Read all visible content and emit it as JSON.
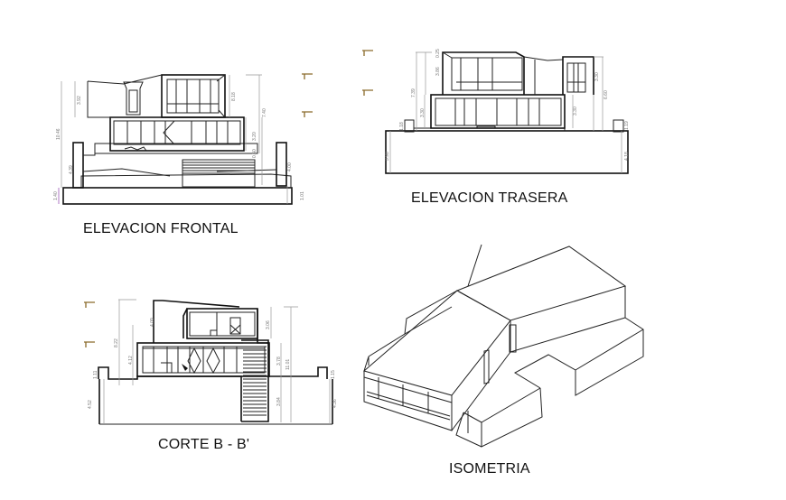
{
  "drawings": {
    "front": {
      "title": "ELEVACION FRONTAL",
      "dims": [
        "10.46",
        "3.92",
        "4.39",
        "1.40",
        "8.18",
        "7.40",
        "3.20",
        "0.50",
        "4.00",
        "1.01"
      ]
    },
    "rear": {
      "title": "ELEVACION TRASERA",
      "dims": [
        "7.39",
        "3.86",
        "0.25",
        "3.30",
        "1.18",
        "3.98",
        "3.30",
        "3.30",
        "6.60",
        "1.19",
        "4.18"
      ]
    },
    "section": {
      "title": "CORTE B - B'",
      "dims": [
        "8.22",
        "4.09",
        "4.12",
        "1.11",
        "4.52",
        "3.06",
        "3.78",
        "11.01",
        "3.84",
        "1.15",
        "4.36"
      ]
    },
    "isometric": {
      "title": "ISOMETRIA"
    }
  },
  "colors": {
    "line": "#222222",
    "dimension": "#999999",
    "level_marker": "#8a6a2a",
    "accent_dim": "#9b59b6"
  },
  "icons": [
    "level-marker-icon"
  ]
}
